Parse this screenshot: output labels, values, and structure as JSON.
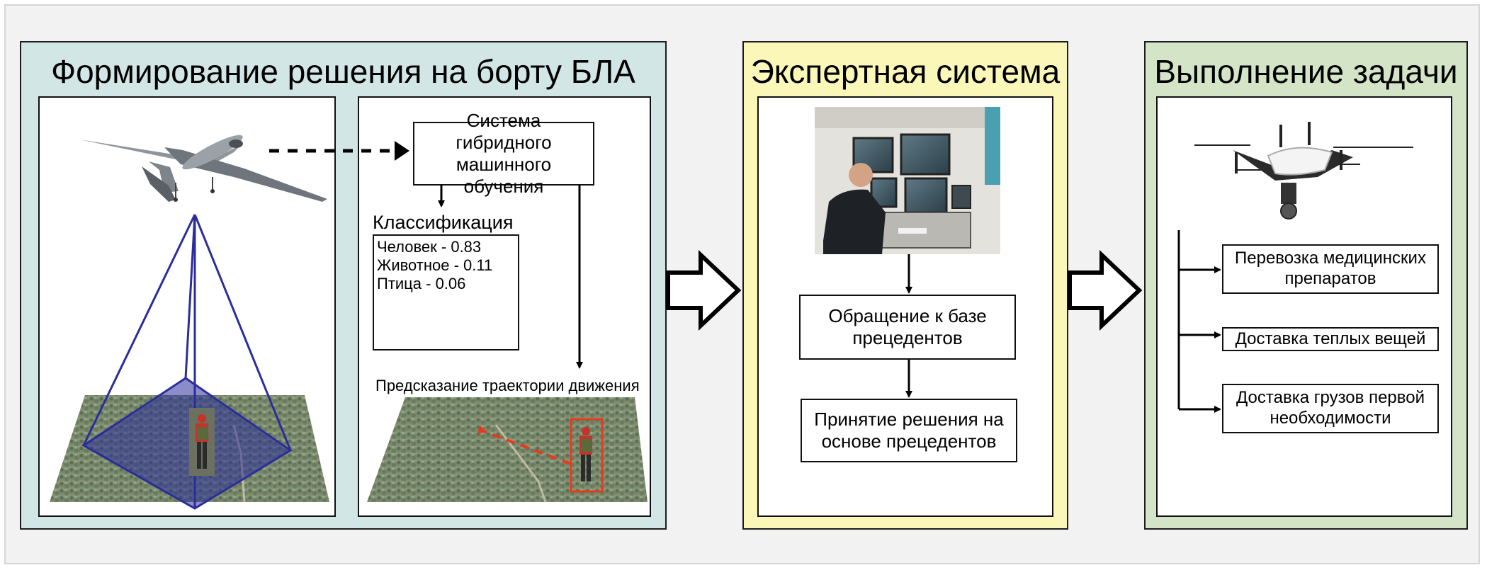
{
  "panels": {
    "onboard": {
      "title": "Формирование решения на борту БЛА",
      "hybrid_box": "Система гибридного машинного обучения",
      "classification_label": "Классификация",
      "classification_items": [
        "Человек - 0.83",
        "Животное - 0.11",
        "Птица - 0.06"
      ],
      "trajectory_label": "Предсказание траектории движения"
    },
    "expert": {
      "title": "Экспертная система",
      "box1": "Обращение к базе прецедентов",
      "box2": "Принятие решения на основе прецедентов"
    },
    "execution": {
      "title": "Выполнение задачи",
      "tasks": [
        "Перевозка медицинских препаратов",
        "Доставка теплых вещей",
        "Доставка грузов первой необходимости"
      ]
    }
  },
  "colors": {
    "onboard_bg": "#d3e6e6",
    "expert_bg": "#fbf7b8",
    "execution_bg": "#d4e4c7",
    "pyramid": "#2b2e9a",
    "prediction_arrow": "#e63a1e"
  },
  "icons": [
    "uav-plane-icon",
    "quadcopter-drone-icon",
    "operator-workstation-photo",
    "pedestrian-photo",
    "aerial-forest-photo"
  ]
}
